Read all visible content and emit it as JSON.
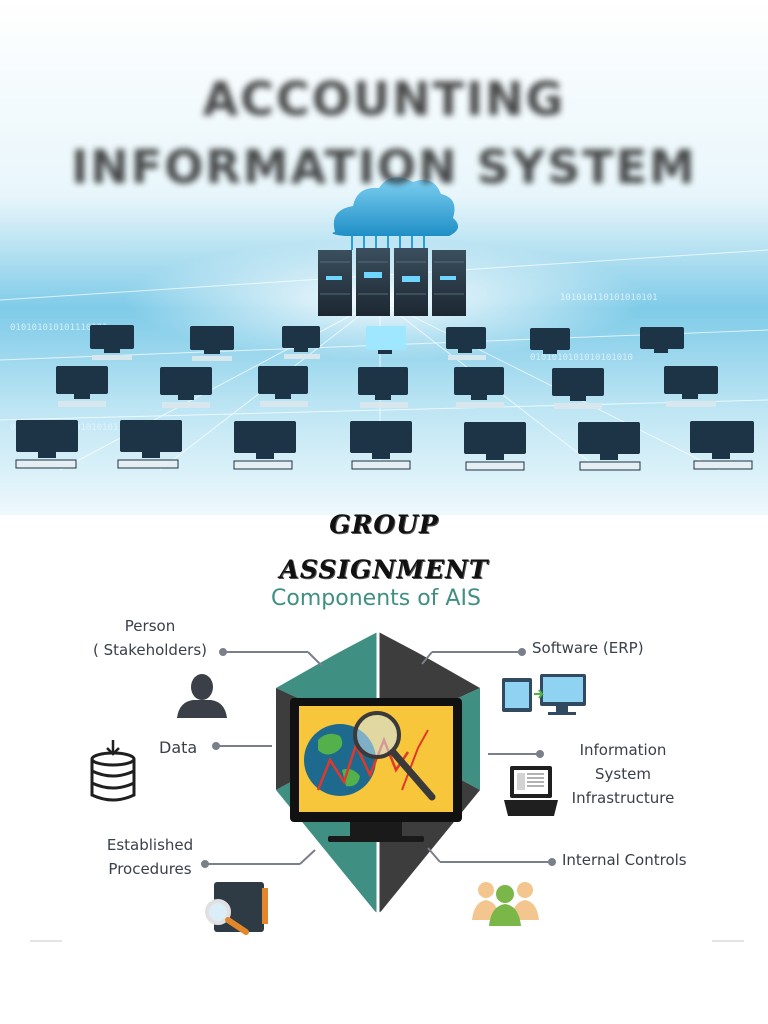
{
  "banner": {
    "title_line1": "ACCOUNTING",
    "title_line2": "INFORMATION SYSTEM"
  },
  "assignment": {
    "line1": "GROUP",
    "line2": "ASSIGNMENT"
  },
  "diagram": {
    "title": "Components of AIS",
    "labels": {
      "person_line1": "Person",
      "person_line2": "( Stakeholders)",
      "data": "Data",
      "procedures_line1": "Established",
      "procedures_line2": "Procedures",
      "software": "Software (ERP)",
      "infra_line1": "Information",
      "infra_line2": "System",
      "infra_line3": "Infrastructure",
      "controls": "Internal Controls"
    },
    "icons": [
      "person-icon",
      "database-icon",
      "folder-search-icon",
      "computer-monitors-icon",
      "laptop-icon",
      "group-people-icon",
      "magnifier-chart-icon"
    ],
    "colors": {
      "teal": "#3f8f82",
      "dark": "#3d3d3d",
      "label": "#3a4049",
      "screen": "#f7c63b"
    }
  }
}
